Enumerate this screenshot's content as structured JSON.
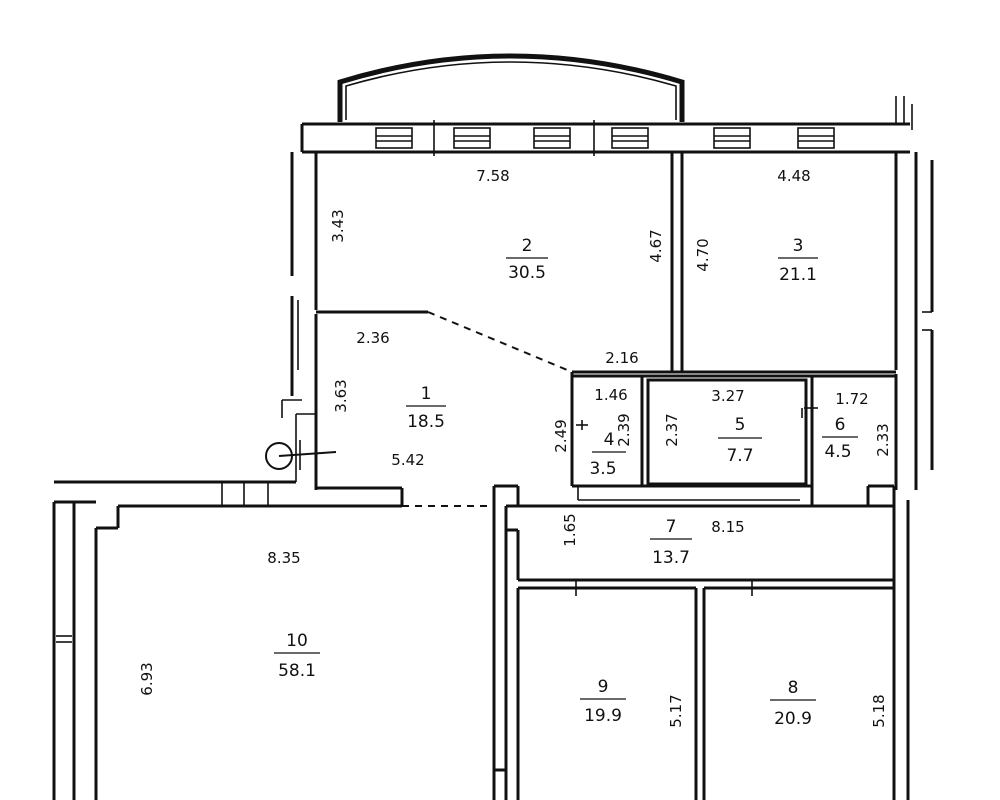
{
  "rooms": [
    {
      "id": "1",
      "number": "1",
      "area": "18.5"
    },
    {
      "id": "2",
      "number": "2",
      "area": "30.5"
    },
    {
      "id": "3",
      "number": "3",
      "area": "21.1"
    },
    {
      "id": "4",
      "number": "4",
      "area": "3.5"
    },
    {
      "id": "5",
      "number": "5",
      "area": "7.7"
    },
    {
      "id": "6",
      "number": "6",
      "area": "4.5"
    },
    {
      "id": "7",
      "number": "7",
      "area": "13.7"
    },
    {
      "id": "8",
      "number": "8",
      "area": "20.9"
    },
    {
      "id": "9",
      "number": "9",
      "area": "19.9"
    },
    {
      "id": "10",
      "number": "10",
      "area": "58.1"
    }
  ],
  "dimensions": {
    "room2_width": "7.58",
    "room2_left": "3.43",
    "room2_right": "4.67",
    "room3_width": "4.48",
    "room3_left": "4.70",
    "room1_top": "2.36",
    "room1_left": "3.63",
    "room1_bottom": "5.42",
    "room2_bottom": "2.16",
    "room4_top": "1.46",
    "room4_height": "2.39",
    "room4_left": "2.49",
    "room5_top": "3.27",
    "room5_left": "2.37",
    "room6_top": "1.72",
    "room6_right": "2.33",
    "room7_left": "1.65",
    "room7_length": "8.15",
    "room10_width": "8.35",
    "room10_height": "6.93",
    "room9_right": "5.17",
    "room8_right": "5.18"
  }
}
